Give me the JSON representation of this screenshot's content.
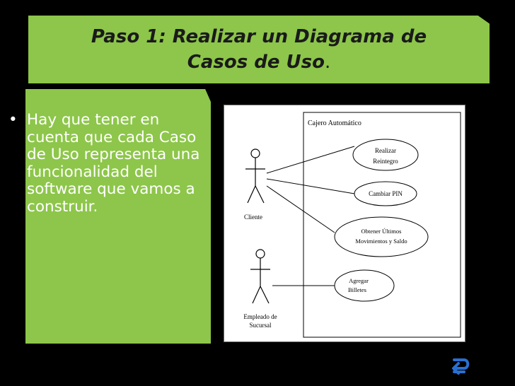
{
  "slide": {
    "title_line1": "Paso 1: Realizar un Diagrama de",
    "title_line2": "Casos de Uso",
    "title_period": ".",
    "bullet_marker": "•",
    "bullet_text": "Hay que tener en cuenta que cada Caso de Uso representa una funcionalidad del software que vamos a construir."
  },
  "diagram": {
    "system_label": "Cajero Automático",
    "actors": [
      {
        "name": "Cliente"
      },
      {
        "name_line1": "Empleado de",
        "name_line2": "Sucursal"
      }
    ],
    "use_cases": [
      {
        "line1": "Realizar",
        "line2": "Reintegro"
      },
      {
        "line1": "Cambiar PIN"
      },
      {
        "line1": "Obtener Últimos",
        "line2": "Movimientos y Saldo"
      },
      {
        "line1": "Agregar",
        "line2": "Billetes"
      }
    ]
  },
  "navigation": {
    "return_icon": "return-arrow-icon",
    "icon_color": "#2a6fd0"
  },
  "colors": {
    "background": "#000000",
    "panel_green": "#8dc64a",
    "title_text": "#1a1a1a",
    "bullet_text": "#ffffff"
  }
}
